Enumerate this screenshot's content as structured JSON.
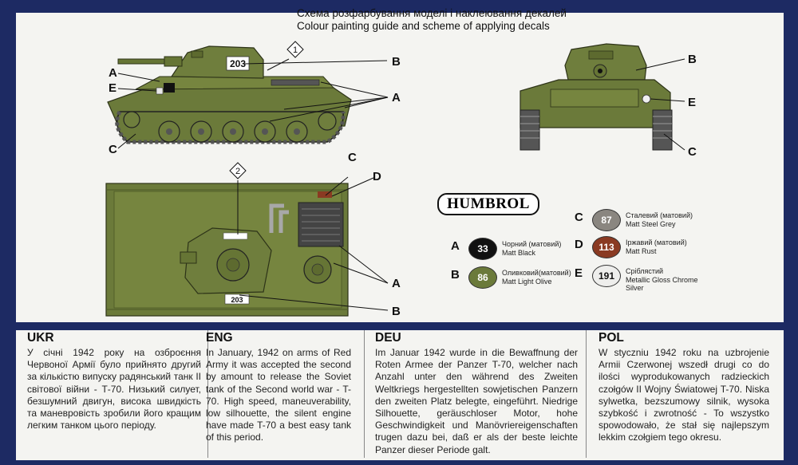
{
  "header": {
    "title_ukr": "Схема розфарбування моделі і наклеювання декалей",
    "title_eng": "Colour painting guide and scheme of applying decals"
  },
  "callouts": {
    "A": "A",
    "B": "B",
    "C": "C",
    "D": "D",
    "E": "E",
    "num1": "1",
    "num2": "2"
  },
  "decals": {
    "turret_number": "203",
    "hull_number": "203"
  },
  "brand": "HUMBROL",
  "paints": [
    {
      "letter": "A",
      "code": "33",
      "name_ukr": "Чорний (матовий)",
      "name_eng": "Matt Black",
      "color": "#111111",
      "text": "#ffffff"
    },
    {
      "letter": "B",
      "code": "86",
      "name_ukr": "Оливковий(матовий)",
      "name_eng": "Matt Light Olive",
      "color": "#6b7a3a",
      "text": "#ffffff"
    },
    {
      "letter": "C",
      "code": "87",
      "name_ukr": "Сталевий (матовий)",
      "name_eng": "Matt Steel Grey",
      "color": "#8a8680",
      "text": "#ffffff"
    },
    {
      "letter": "D",
      "code": "113",
      "name_ukr": "Іржавий (матовий)",
      "name_eng": "Matt Rust",
      "color": "#8a3a22",
      "text": "#ffffff"
    },
    {
      "letter": "E",
      "code": "191",
      "name_ukr": "Сріблястий",
      "name_eng": "Metallic Gloss Chrome Silver",
      "color": "#eeeeec",
      "text": "#111111"
    }
  ],
  "languages": [
    {
      "code": "UKR",
      "text": "У січні 1942 року на озброєння Червоної Армії було прийнято другий за кількістю випуску радянський танк ІІ світової війни - Т-70. Низький силует, безшумний двигун, висока швидкість та маневровість зробили його кращим легким танком цього періоду."
    },
    {
      "code": "ENG",
      "text": "In January, 1942 on arms of Red Army it was accepted the second by amount to release the Soviet tank of the Second world war - T-70. High speed, maneuverability, low silhouette, the silent engine have made T-70 a best easy tank of this period."
    },
    {
      "code": "DEU",
      "text": "Im Januar 1942 wurde in die Bewaffnung der Roten Armee der Panzer T-70, welcher nach Anzahl unter den während des Zweiten Weltkriegs hergestellten sowjetischen Panzern den zweiten Platz belegte, eingeführt. Niedrige Silhouette, geräuschloser Motor, hohe Geschwindigkeit und Manövriereigenschaften trugen dazu bei, daß er als der beste leichte Panzer dieser Periode galt."
    },
    {
      "code": "POL",
      "text": "W styczniu 1942 roku na uzbrojenie Armii Czerwonej wszedł drugi co do ilości wyprodukowanych radzieckich czołgów II Wojny Światowej T-70. Niska sylwetka, bezszumowy silnik, wysoka szybkość i zwrotność - To wszystko spowodowało, że stał się najlepszym lekkim czołgiem tego okresu."
    }
  ]
}
